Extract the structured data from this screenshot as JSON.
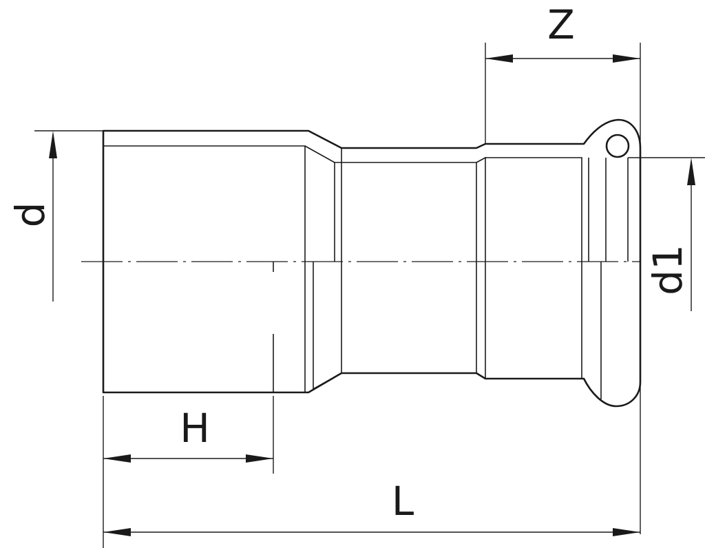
{
  "diagram": {
    "dimensions": {
      "d": "d",
      "d1": "d1",
      "Z": "Z",
      "H": "H",
      "L": "L"
    },
    "colors": {
      "line": "#1a1a1a",
      "background": "#ffffff"
    }
  }
}
